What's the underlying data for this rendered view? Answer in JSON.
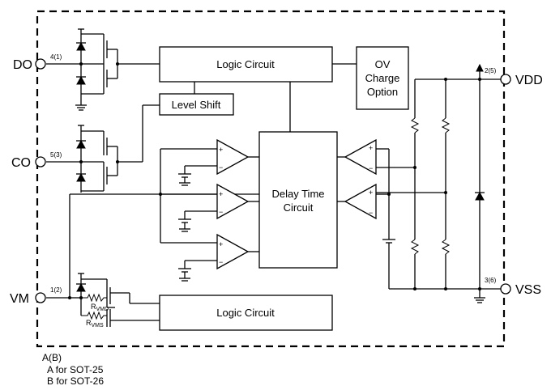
{
  "pins": {
    "do": {
      "label": "DO",
      "number": "4(1)"
    },
    "co": {
      "label": "CO",
      "number": "5(3)"
    },
    "vm": {
      "label": "VM",
      "number": "1(2)"
    },
    "vdd": {
      "label": "VDD",
      "number": "2(5)"
    },
    "vss": {
      "label": "VSS",
      "number": "3(6)"
    }
  },
  "blocks": {
    "logic_top": "Logic Circuit",
    "level_shift": "Level Shift",
    "ov_line1": "OV",
    "ov_line2": "Charge",
    "ov_line3": "Option",
    "delay_line1": "Delay Time",
    "delay_line2": "Circuit",
    "logic_bottom": "Logic Circuit"
  },
  "resistors": {
    "rvmd": {
      "main": "R",
      "sub": "VMD"
    },
    "rvms": {
      "main": "R",
      "sub": "VMS"
    }
  },
  "comparator_signs": {
    "plus": "+",
    "minus": "−"
  },
  "notes": {
    "line1": "A(B)",
    "line2": "A for SOT-25",
    "line3": "B for SOT-26"
  }
}
